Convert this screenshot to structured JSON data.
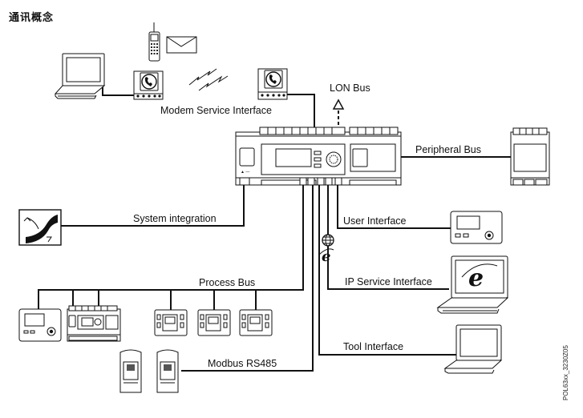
{
  "title": "通讯概念",
  "labels": {
    "modem_service_interface": "Modem Service Interface",
    "lon_bus": "LON Bus",
    "peripheral_bus": "Peripheral Bus",
    "system_integration": "System integration",
    "user_interface": "User Interface",
    "ip_service_interface": "IP Service Interface",
    "process_bus": "Process Bus",
    "tool_interface": "Tool Interface",
    "modbus_rs485": "Modbus RS485"
  },
  "figure_code": "POL63xx_3230Z05",
  "icons": [
    "laptop-icon",
    "mobile-phone-icon",
    "envelope-icon",
    "modem-icon",
    "wireless-signal-icon",
    "controller-icon",
    "io-module-icon",
    "system-integration-icon",
    "operator-panel-icon",
    "internet-globe-icon",
    "internet-explorer-icon",
    "room-unit-icon",
    "modbus-drive-icon"
  ]
}
